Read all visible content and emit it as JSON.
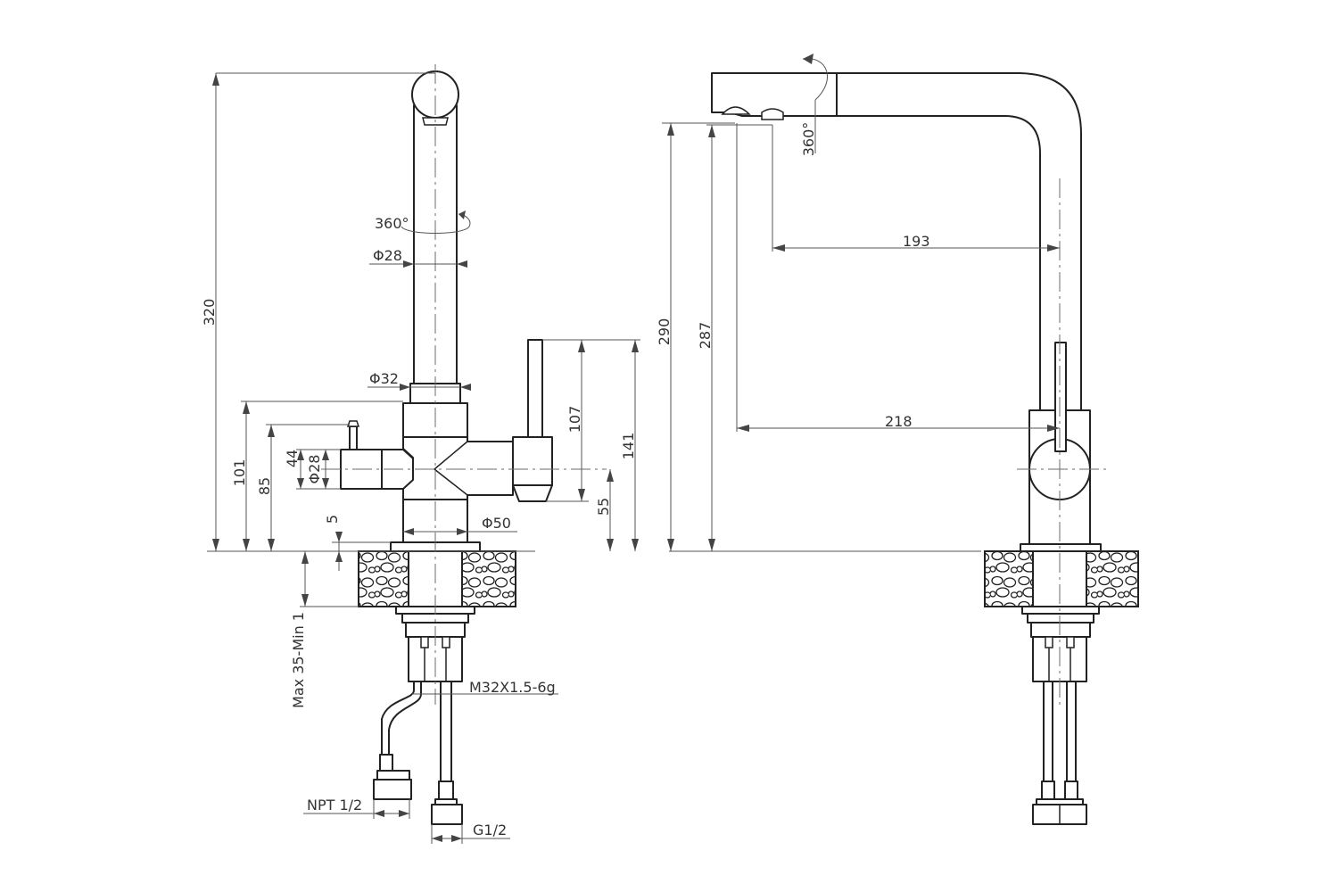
{
  "front_view": {
    "dimensions": {
      "height_320": "320",
      "height_101": "101",
      "height_85": "85",
      "height_44": "44",
      "dia_28_left": "Φ28",
      "offset_5": "5",
      "height_107": "107",
      "height_141": "141",
      "height_55": "55",
      "rotation": "360°",
      "dia_28_spout": "Φ28",
      "dia_32": "Φ32",
      "dia_50": "Φ50",
      "thread": "M32X1.5-6g",
      "clamp_range": "Max 35-Min 1",
      "npt": "NPT 1/2",
      "g_thread": "G1/2"
    }
  },
  "side_view": {
    "dimensions": {
      "height_290": "290",
      "height_287": "287",
      "reach_193": "193",
      "reach_218": "218",
      "rotation": "360°"
    }
  }
}
